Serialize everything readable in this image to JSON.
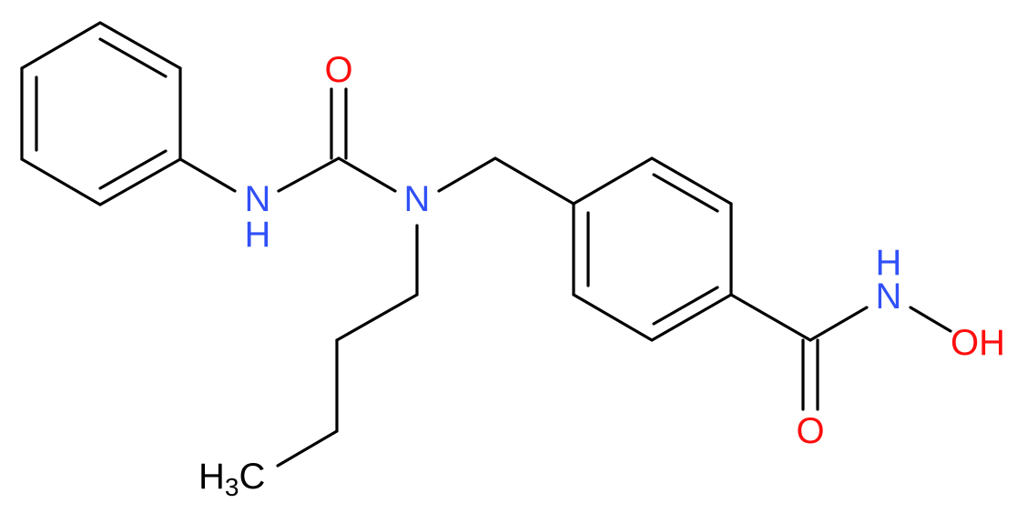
{
  "molecule": {
    "atom_labels": {
      "nh_urea_n": "N",
      "nh_urea_h": "H",
      "urea_o": "O",
      "n_tertiary": "N",
      "ch3_h": "H",
      "ch3_sub": "3",
      "ch3_c": "C",
      "hydroxamic_nh_h": "H",
      "hydroxamic_nh_n": "N",
      "hydroxamic_oh": "OH",
      "amide_o": "O"
    },
    "colors": {
      "bond": "#000000",
      "nitrogen": "#3050F8",
      "oxygen": "#FF0D0D",
      "carbon": "#000000"
    }
  }
}
